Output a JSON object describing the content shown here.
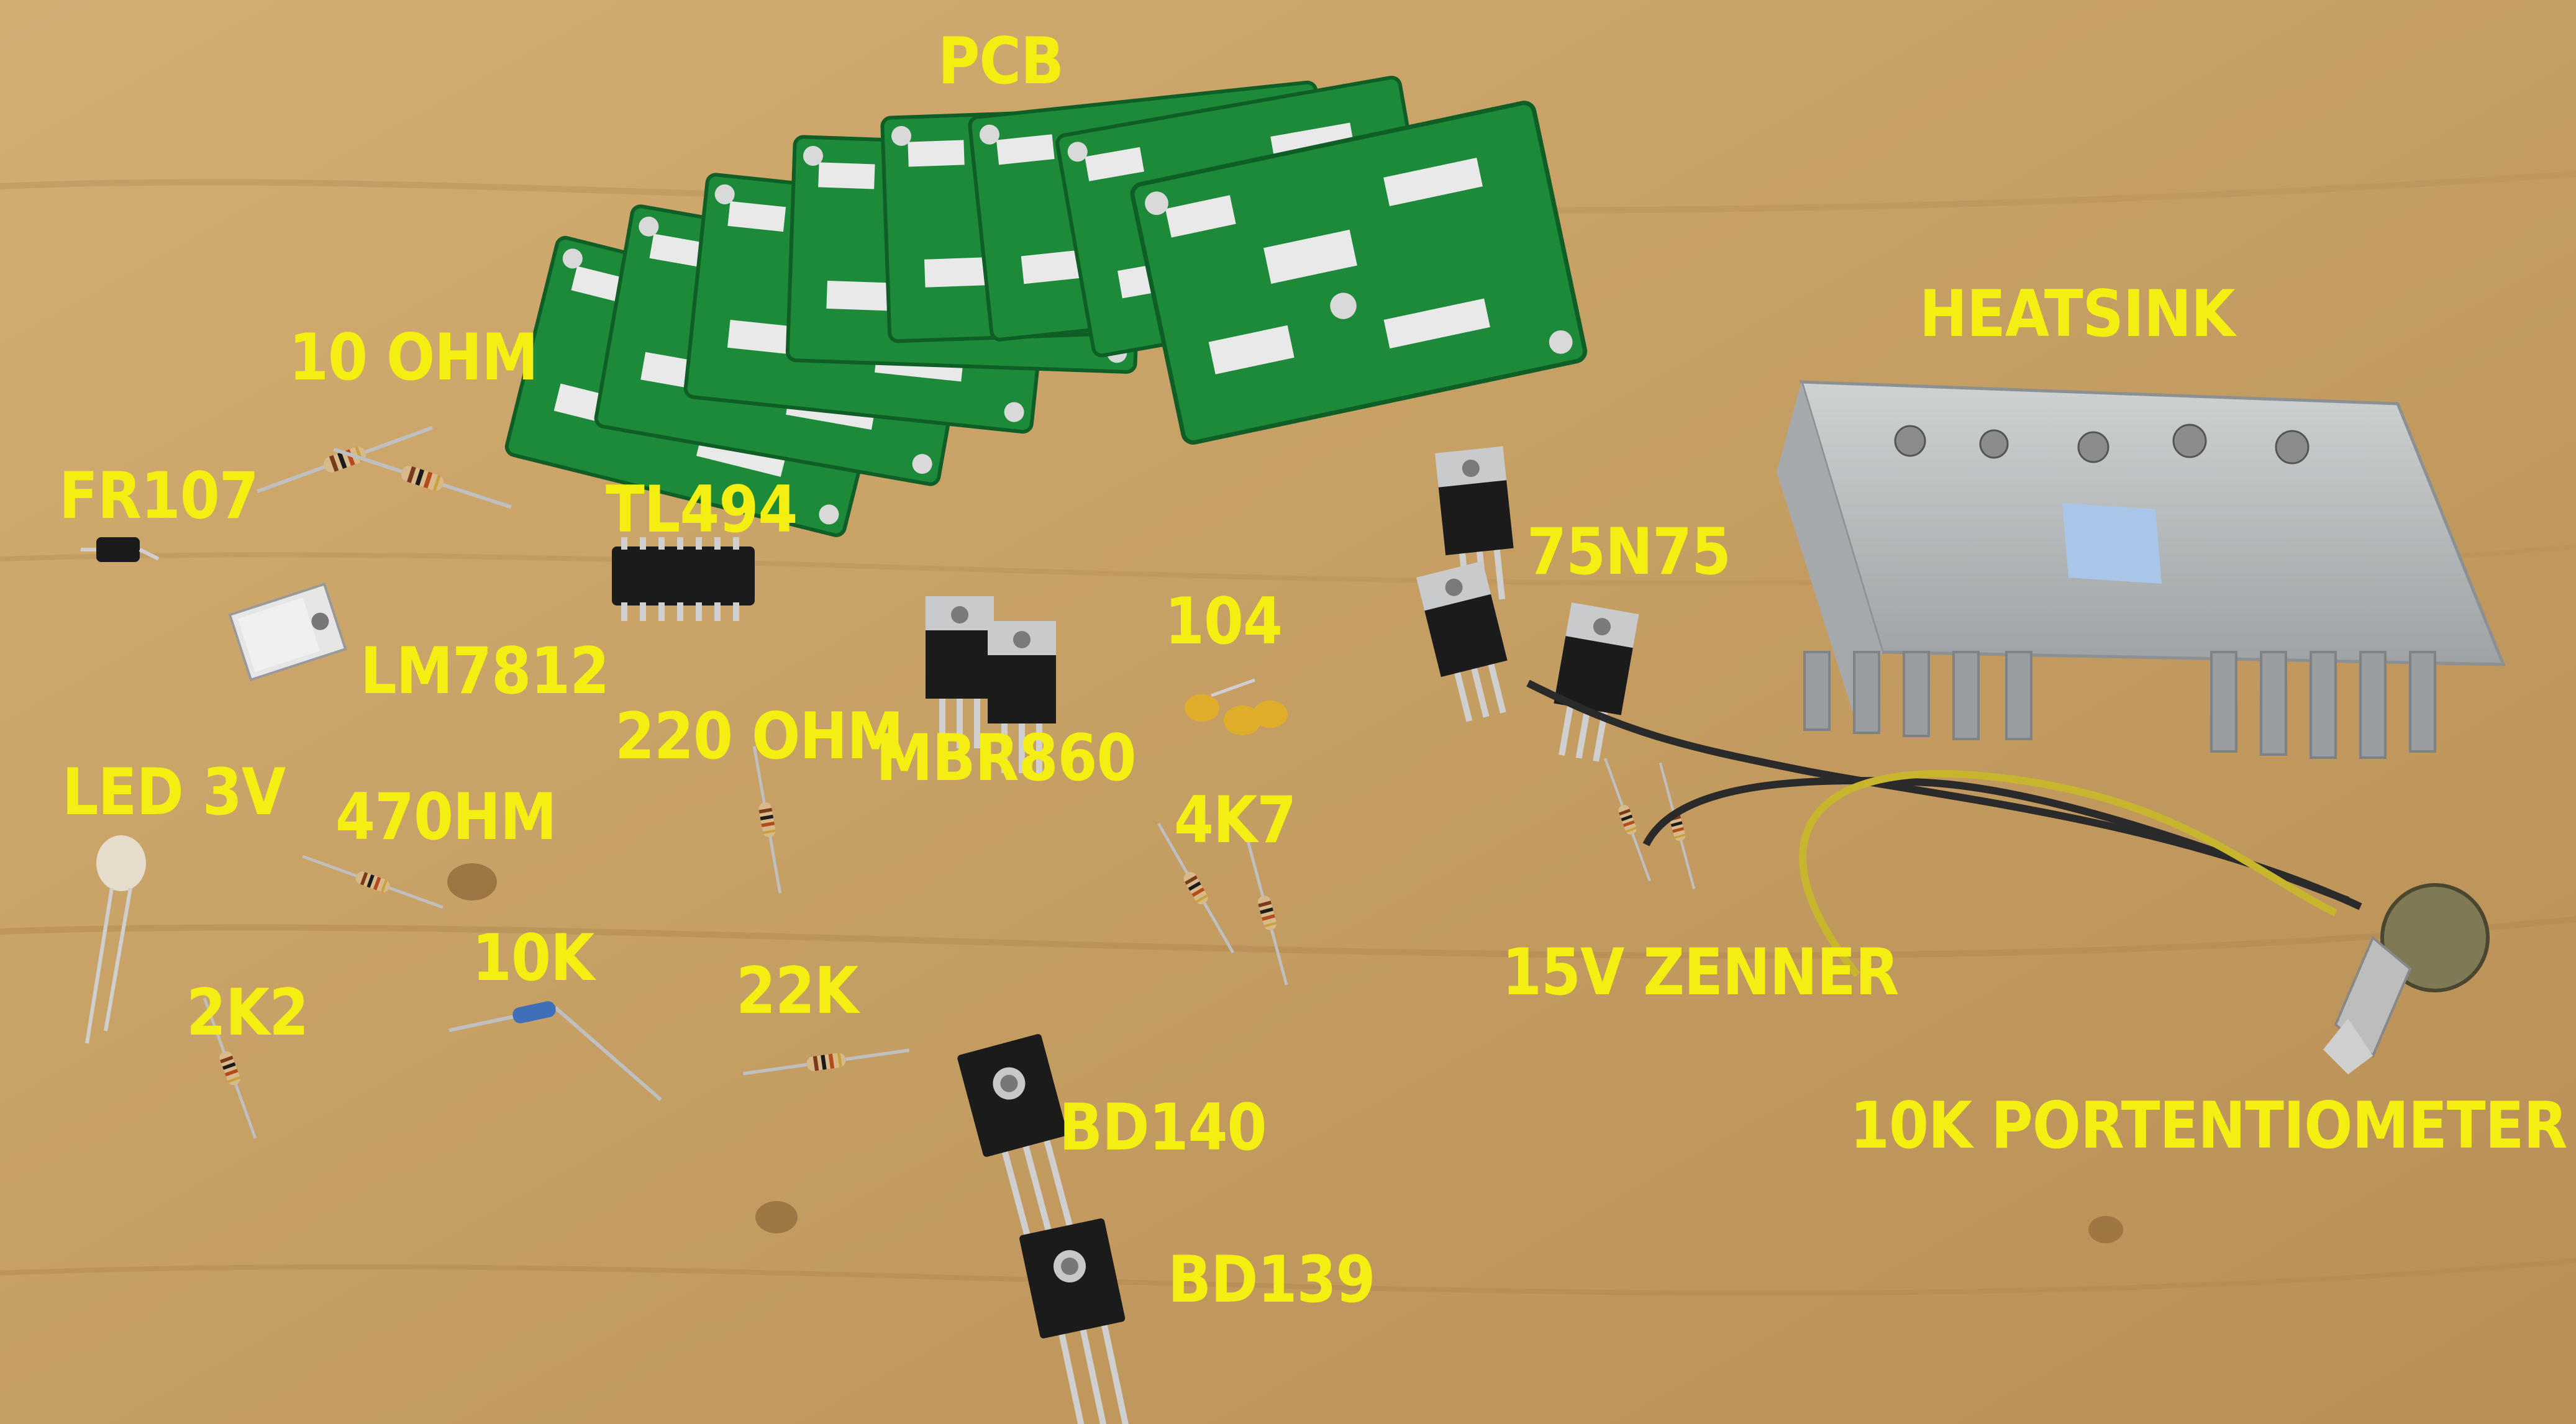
{
  "photo": {
    "subject": "electronic-components-on-wooden-table",
    "colors": {
      "wood": "#c9a46a",
      "wood_dark": "#a67f45",
      "pcb": "#1d8a3a",
      "pcb_dark": "#126a2a",
      "label": "#f5ee12",
      "heatsink": "#b9bcbe",
      "component_black": "#1b1b1b"
    }
  },
  "labels": {
    "pcb": "PCB",
    "heatsink": "HEATSINK",
    "ohm10": "10 OHM",
    "fr107": "FR107",
    "tl494": "TL494",
    "n75": "75N75",
    "lm7812": "LM7812",
    "cap104": "104",
    "ohm220": "220 OHM",
    "mbr860": "MBR860",
    "led": "LED 3V",
    "ohm470": "470HM",
    "k47": "4K7",
    "zener": "15V ZENNER",
    "k10": "10K",
    "k22": "22K",
    "k22b": "2K2",
    "bd140": "BD140",
    "pot": "10K PORTENTIOMETER",
    "bd139": "BD139"
  }
}
